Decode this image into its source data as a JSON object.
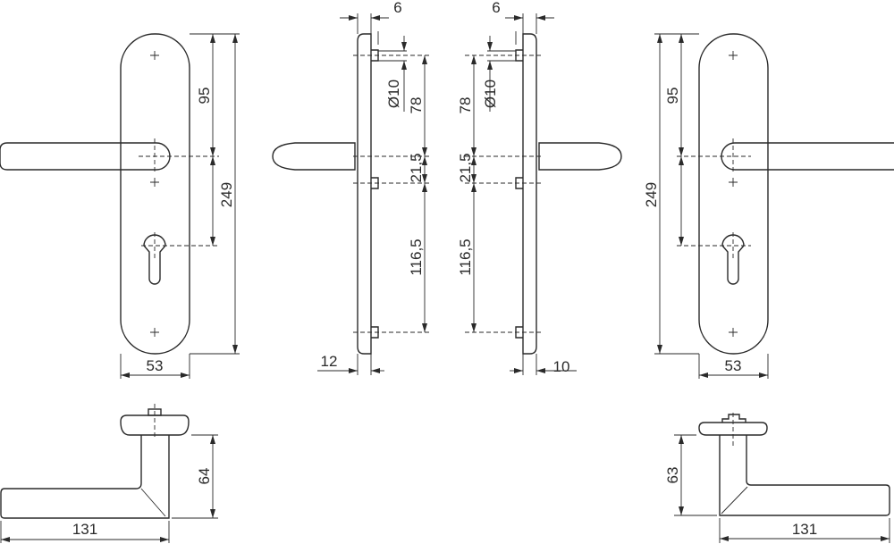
{
  "drawing": {
    "front_left": {
      "height_to_handle": "95",
      "total_height": "249",
      "width": "53"
    },
    "side_left": {
      "offset_top": "6",
      "diameter": "Ø10",
      "d1": "78",
      "d2": "21,5",
      "d3": "116,5",
      "thickness": "12"
    },
    "side_right": {
      "offset_top": "6",
      "diameter": "Ø10",
      "d1": "78",
      "d2": "21,5",
      "d3": "116,5",
      "thickness": "10"
    },
    "front_right": {
      "height_to_handle": "95",
      "total_height": "249",
      "width": "53"
    },
    "lever_left": {
      "projection": "64",
      "length": "131"
    },
    "lever_right": {
      "projection": "63",
      "length": "131"
    }
  }
}
